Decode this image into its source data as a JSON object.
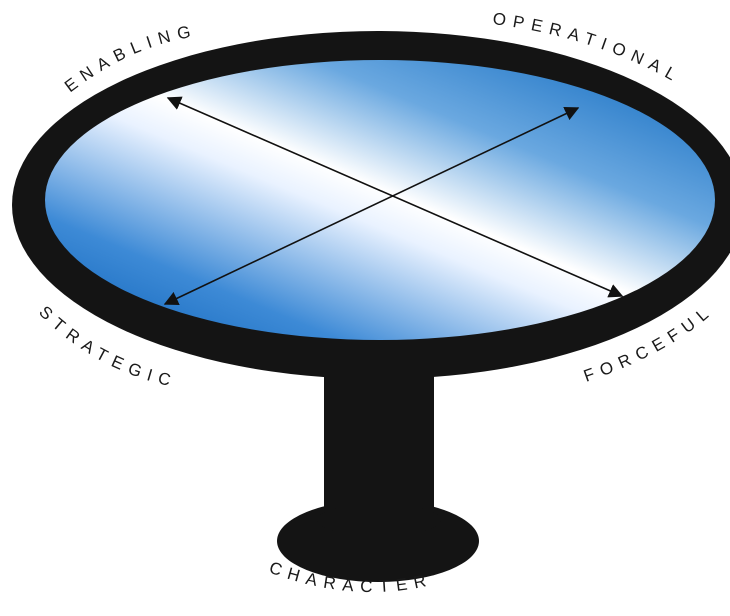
{
  "labels": {
    "enabling": "ENABLING",
    "operational": "OPERATIONAL",
    "strategic": "STRATEGIC",
    "forceful": "FORCEFUL",
    "character": "CHARACTER"
  },
  "colors": {
    "table_frame": "#141414",
    "surface_blue_deep": "#0a66be",
    "surface_blue_mid": "#5f9fdc",
    "surface_highlight": "#f4f8ff",
    "arrows": "#111111"
  }
}
